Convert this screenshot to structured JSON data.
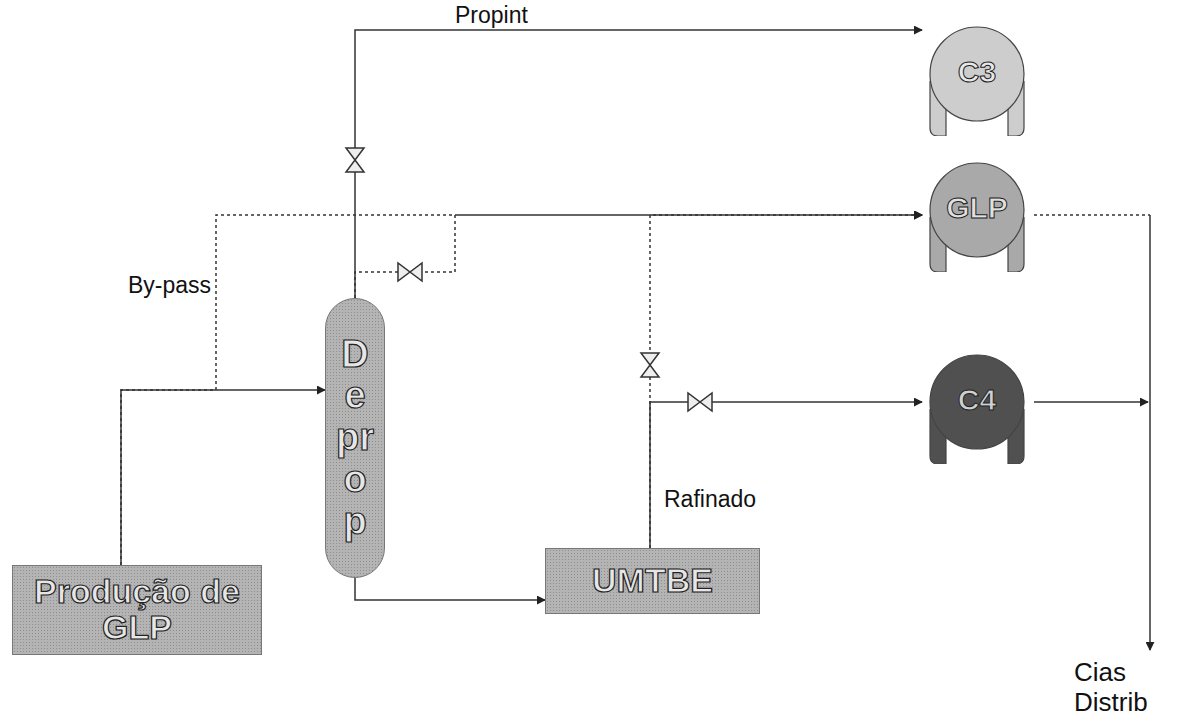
{
  "diagram": {
    "nodes": [
      {
        "text": [
          "Produção de GLP"
        ]
      },
      {
        "text": [
          "Deprop"
        ]
      },
      {
        "text": [
          "UMTBE"
        ]
      },
      {
        "text": [
          "C3"
        ]
      },
      {
        "text": [
          "GLP"
        ]
      },
      {
        "text": [
          "C4"
        ]
      }
    ],
    "edges": [
      {
        "from": 0,
        "to": 1,
        "arrow": "to"
      },
      {
        "from": 0,
        "to": 4,
        "arrow": "to",
        "label": "By-pass"
      },
      {
        "from": 1,
        "to": 3,
        "arrow": "to",
        "label": "Propint"
      },
      {
        "from": 1,
        "to": 4,
        "arrow": "to"
      },
      {
        "from": 1,
        "to": 2,
        "arrow": "to"
      },
      {
        "from": 2,
        "to": 4,
        "arrow": "to",
        "label": "Rafinado"
      },
      {
        "from": 2,
        "to": 5,
        "arrow": "to"
      }
    ],
    "labels": [
      "Cias Distrib"
    ]
  }
}
